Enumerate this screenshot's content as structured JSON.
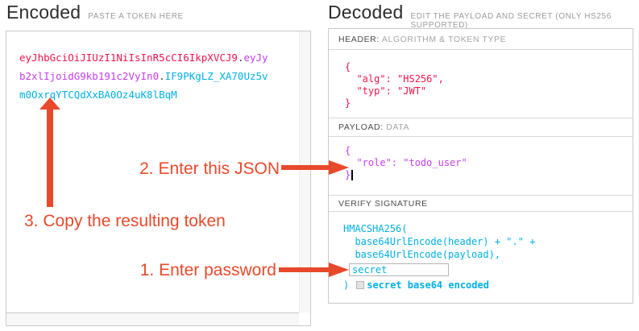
{
  "colors": {
    "annotation_red": "#e8492b",
    "token_header_red": "#f0134d",
    "token_payload_magenta": "#c53df0",
    "token_signature_cyan": "#00b0e6"
  },
  "encoded": {
    "title": "Encoded",
    "subtitle": "PASTE A TOKEN HERE",
    "token": {
      "header_part": "eyJhbGciOiJIUzI1NiIsInR5cCI6IkpXVCJ9",
      "dot1": ".",
      "payload_part": "eyJyb2xlIjoidG9kb191c2VyIn0",
      "dot2": ".",
      "signature_part": "IF9PKgLZ_XA70Uz5vm0OxrqYTCQdXxBA0Oz4uK8lBqM"
    }
  },
  "decoded": {
    "title": "Decoded",
    "subtitle": "EDIT THE PAYLOAD AND SECRET (ONLY HS256 SUPPORTED)",
    "header_section": {
      "label_strong": "HEADER:",
      "label_rest": "ALGORITHM & TOKEN TYPE",
      "json_lines": [
        "{",
        "  \"alg\": \"HS256\",",
        "  \"typ\": \"JWT\"",
        "}"
      ]
    },
    "payload_section": {
      "label_strong": "PAYLOAD:",
      "label_rest": "DATA",
      "json_lines": [
        "{",
        "  \"role\": \"todo_user\"",
        "}"
      ]
    },
    "signature_section": {
      "label": "VERIFY SIGNATURE",
      "code_line1": "HMACSHA256(",
      "code_line2": "  base64UrlEncode(header) + \".\" +",
      "code_line3": "  base64UrlEncode(payload),",
      "secret_value": "secret",
      "code_close": ")",
      "checkbox_label": "secret base64 encoded"
    }
  },
  "annotations": {
    "step1": "1. Enter password",
    "step2": "2. Enter this JSON",
    "step3": "3. Copy the resulting token"
  }
}
